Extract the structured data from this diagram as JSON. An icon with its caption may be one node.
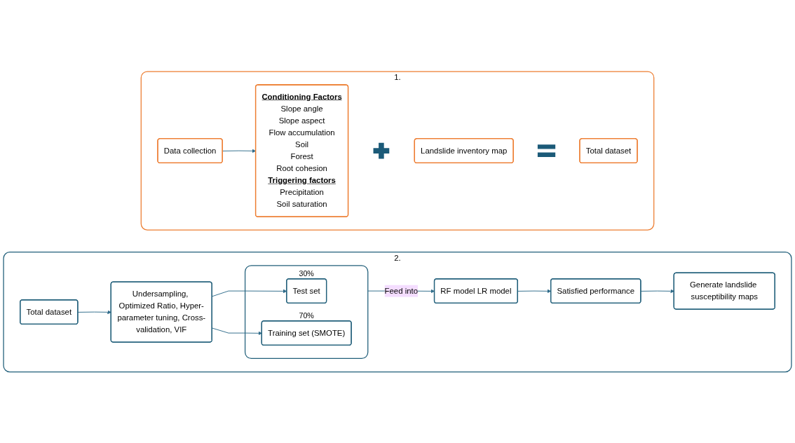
{
  "diagram": {
    "nodes": [
      {
        "text": [
          "1."
        ]
      },
      {
        "text": [
          "Data collection"
        ],
        "in": 0
      },
      {
        "text": [
          "Conditioning Factors",
          "Slope angle",
          "Slope aspect",
          "Flow accumulation",
          "Soil",
          "Forest",
          "Root cohesion",
          "Triggering factors",
          "Precipitation",
          "Soil saturation"
        ],
        "in": 0
      },
      {
        "text": [],
        "shape": "plus",
        "in": 0
      },
      {
        "text": [
          "Landslide inventory map"
        ],
        "in": 0
      },
      {
        "text": [],
        "shape": "equals",
        "in": 0
      },
      {
        "text": [
          "Total dataset"
        ],
        "in": 0
      },
      {
        "text": [
          "2."
        ]
      },
      {
        "text": [
          "Total dataset"
        ],
        "in": 7
      },
      {
        "text": [
          "Undersampling, Optimized Ratio, Hyper-parameter tuning, Cross-validation, VIF"
        ],
        "in": 7
      },
      {
        "text": [
          "Satisfied performance"
        ],
        "in": 7
      },
      {
        "text": [
          "Generate landslide susceptibility maps"
        ],
        "in": 7
      },
      {
        "text": [],
        "shape": "box",
        "in": 7
      },
      {
        "text": [
          "Test set"
        ],
        "in": 12,
        "beside": [
          "30%"
        ]
      },
      {
        "text": [
          "Training set (SMOTE)"
        ],
        "in": 12,
        "beside": [
          "70%"
        ]
      },
      {
        "text": [
          "RF model LR model"
        ],
        "in": 7
      }
    ],
    "edges": [
      {
        "from": 1,
        "to": 2,
        "arrow": "to"
      },
      {
        "from": 8,
        "to": 9,
        "arrow": "to"
      },
      {
        "from": 9,
        "to": 13,
        "arrow": "to"
      },
      {
        "from": 9,
        "to": 14,
        "arrow": "to"
      },
      {
        "from": 12,
        "to": 15,
        "label": "Feed into",
        "arrow": "to"
      },
      {
        "from": 15,
        "to": 10,
        "arrow": "to"
      },
      {
        "from": 10,
        "to": 11,
        "arrow": "to"
      }
    ]
  }
}
